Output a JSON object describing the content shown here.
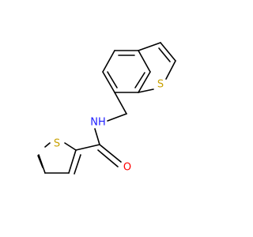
{
  "molecule": {
    "atoms": {
      "s_benzothiophene": {
        "symbol": "S",
        "color": "#c8a100"
      },
      "n_amide": {
        "symbol": "NH",
        "color": "#1f1fff"
      },
      "o_carbonyl": {
        "symbol": "O",
        "color": "#ff0000"
      },
      "s_thiophene": {
        "symbol": "S",
        "color": "#c8a100"
      }
    }
  }
}
